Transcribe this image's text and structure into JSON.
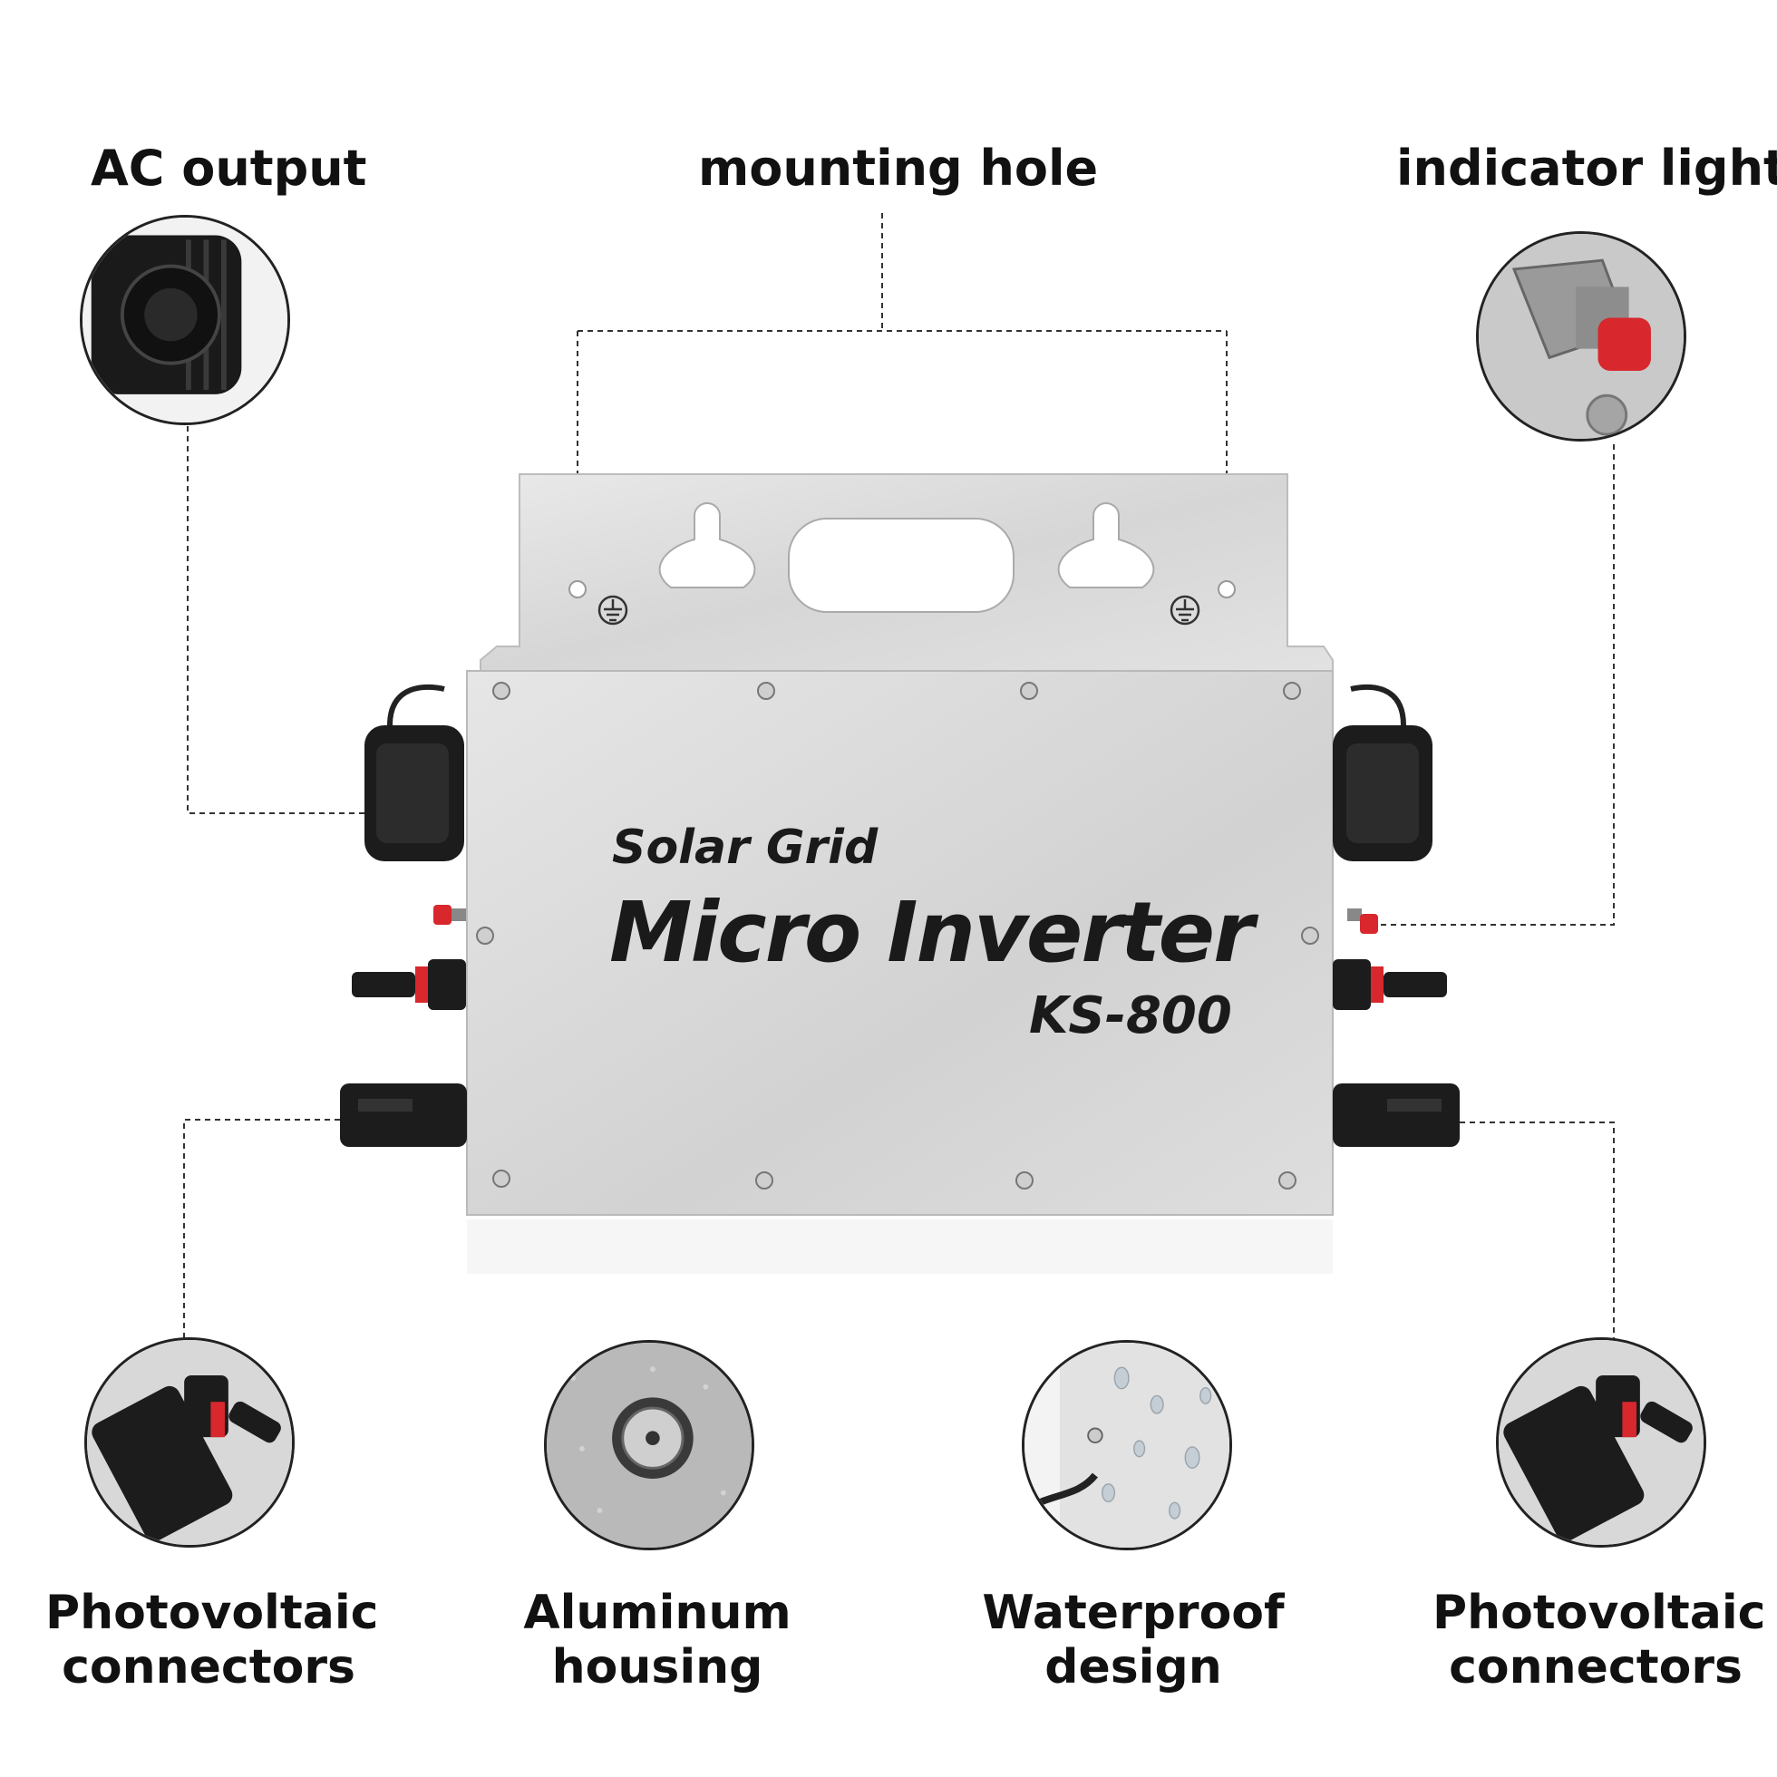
{
  "callouts": {
    "ac_output": "AC output",
    "mounting_hole": "mounting hole",
    "indicator_light": "indicator light"
  },
  "features": [
    {
      "line1": "Photovoltaic",
      "line2": "connectors"
    },
    {
      "line1": "Aluminum",
      "line2": "housing"
    },
    {
      "line1": "Waterproof",
      "line2": "design"
    },
    {
      "line1": "Photovoltaic",
      "line2": "connectors"
    }
  ],
  "device": {
    "subtitle": "Solar Grid",
    "title": "Micro Inverter",
    "model": "KS-800"
  },
  "colors": {
    "panel": "#dcdcdc",
    "connector": "#1c1c1c",
    "indicator": "#d8272d",
    "leader": "#333333"
  },
  "icons": {
    "ground": "ground-symbol-icon"
  }
}
